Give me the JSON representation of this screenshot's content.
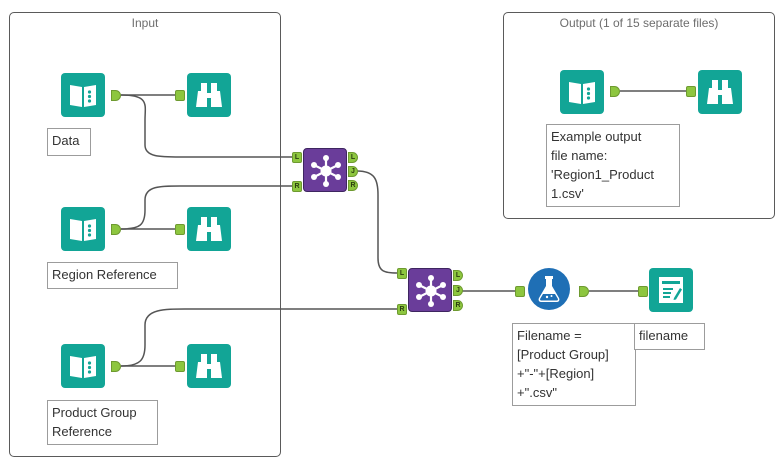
{
  "containers": {
    "input_title": "Input",
    "output_title": "Output (1 of 15 separate files)"
  },
  "anchors": {
    "left": "L",
    "join": "J",
    "right": "R"
  },
  "annotations": {
    "data": "Data",
    "region_reference": "Region Reference",
    "product_group_reference": [
      "Product Group",
      "Reference"
    ],
    "output_example": [
      "Example output",
      "file name:",
      "'Region1_Product",
      "1.csv'"
    ],
    "formula": [
      "Filename =",
      "[Product Group]",
      "+\"-\"+[Region]",
      "+\".csv\""
    ],
    "output_field": "filename"
  },
  "icons": {
    "input": "book-input-icon",
    "browse": "binoculars-icon",
    "join": "join-hub-icon",
    "formula": "flask-icon",
    "output": "document-output-icon"
  },
  "colors": {
    "teal": "#12a596",
    "purple": "#6a3d9a",
    "blue": "#1f6fb5",
    "anchor_green": "#8dc63f",
    "wire": "#555555"
  }
}
